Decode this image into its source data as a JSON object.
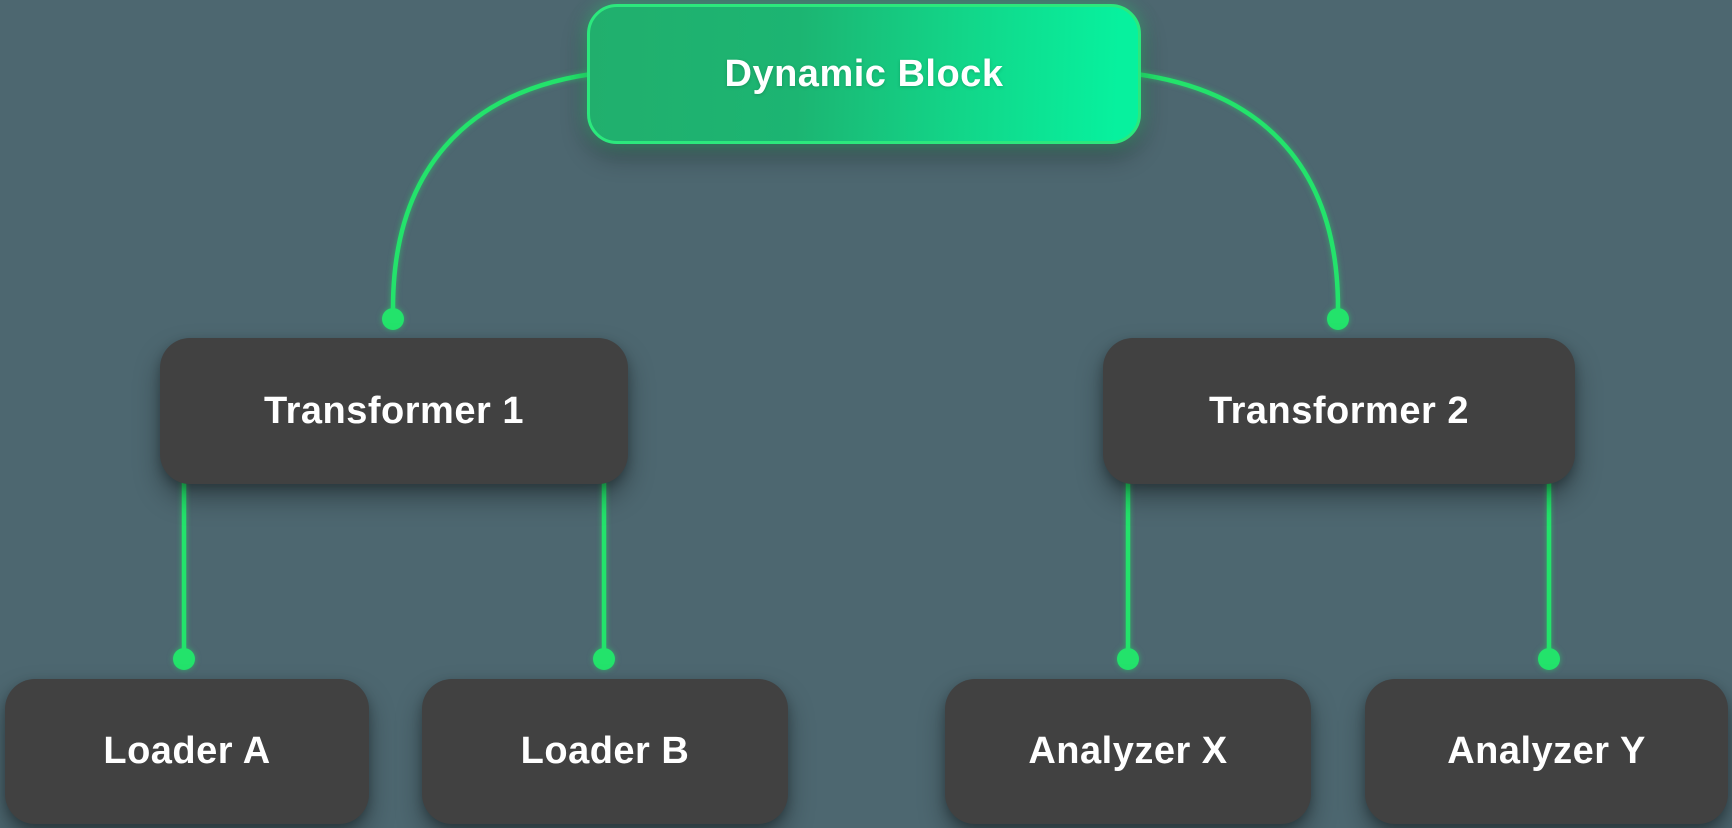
{
  "diagram": {
    "kind": "pipeline-tree",
    "nodes": {
      "root": {
        "label": "Dynamic Block"
      },
      "transformer1": {
        "label": "Transformer 1"
      },
      "transformer2": {
        "label": "Transformer 2"
      },
      "loader_a": {
        "label": "Loader A"
      },
      "loader_b": {
        "label": "Loader B"
      },
      "analyzer_x": {
        "label": "Analyzer X"
      },
      "analyzer_y": {
        "label": "Analyzer Y"
      }
    },
    "edges": [
      {
        "from": "root",
        "to": "transformer1"
      },
      {
        "from": "root",
        "to": "transformer2"
      },
      {
        "from": "transformer1",
        "to": "loader_a"
      },
      {
        "from": "transformer1",
        "to": "loader_b"
      },
      {
        "from": "transformer2",
        "to": "analyzer_x"
      },
      {
        "from": "transformer2",
        "to": "analyzer_y"
      }
    ],
    "colors": {
      "canvas_background": "#4d6770",
      "accent_green": "#23e36b",
      "node_background": "#414141",
      "node_text": "#ffffff",
      "root_gradient_start": "#21af6d",
      "root_gradient_end": "#07f19e",
      "root_border": "#2ce87d"
    }
  }
}
